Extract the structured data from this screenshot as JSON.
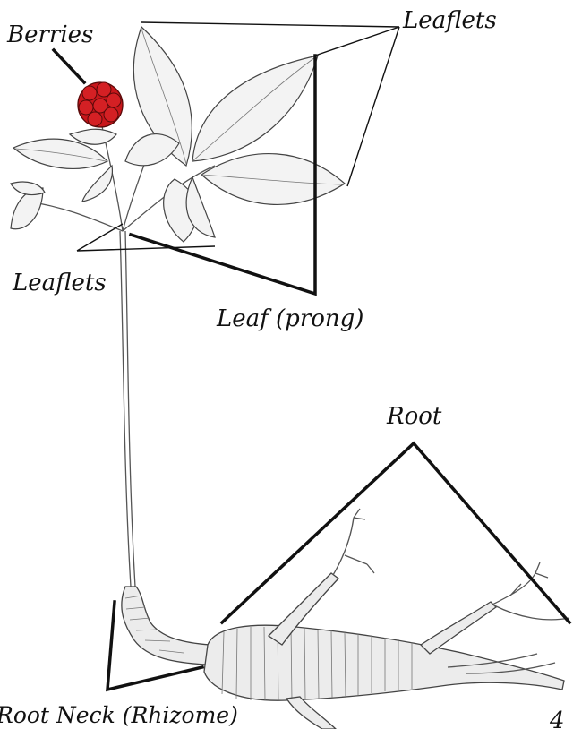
{
  "labels": {
    "berries": "Berries",
    "leaflets_top": "Leaflets",
    "leaflets_left": "Leaflets",
    "leaf": "Leaf (prong)",
    "root": "Root",
    "root_neck": "Root Neck (Rhizome)",
    "page_number": "4"
  },
  "colors": {
    "berries": "#c8161b",
    "outline": "#444444",
    "pointer": "#111111"
  }
}
